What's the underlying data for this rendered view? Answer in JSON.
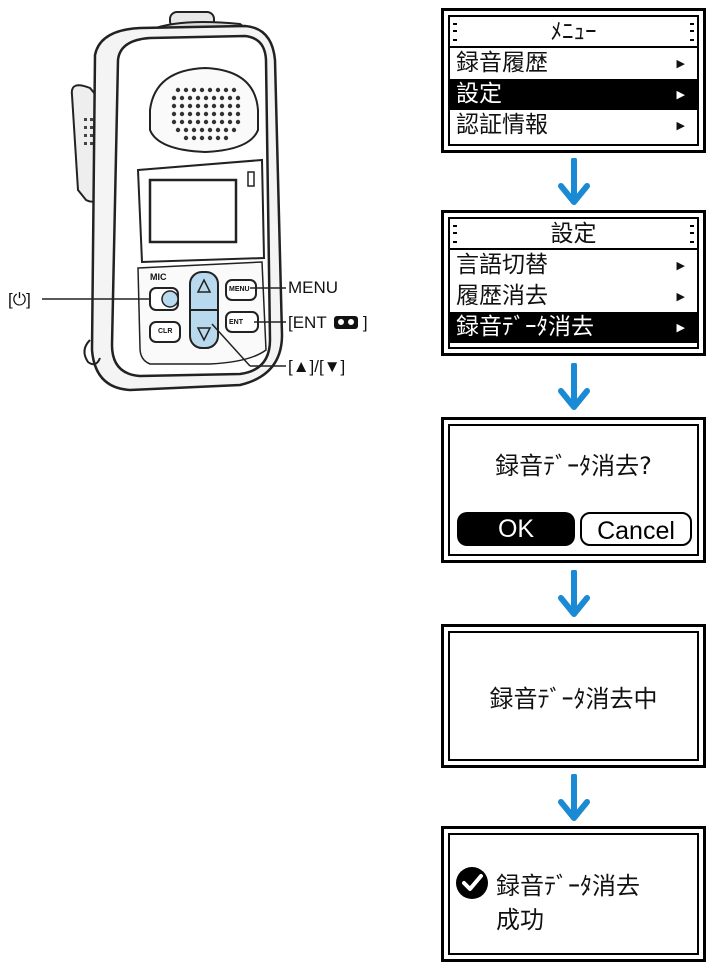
{
  "callouts": {
    "power": "[⏻]",
    "menu": "MENU",
    "enter": "[ENT",
    "enter_close": "]",
    "updown": "[▲]/[▼]"
  },
  "device": {
    "mic_label": "MIC",
    "menu_key": "MENU",
    "ent_key": "ENT",
    "clr_key": "CLR"
  },
  "screens": [
    {
      "title": "ﾒﾆｭｰ",
      "items": [
        {
          "label": "録音履歴",
          "selected": false
        },
        {
          "label": "設定",
          "selected": true
        },
        {
          "label": "認証情報",
          "selected": false
        }
      ]
    },
    {
      "title": "設定",
      "items": [
        {
          "label": "言語切替",
          "selected": false
        },
        {
          "label": "履歴消去",
          "selected": false
        },
        {
          "label": "録音ﾃﾞｰﾀ消去",
          "selected": true
        }
      ]
    }
  ],
  "dialog": {
    "question": "録音ﾃﾞｰﾀ消去?",
    "ok": "OK",
    "cancel": "Cancel"
  },
  "progress": {
    "message": "録音ﾃﾞｰﾀ消去中"
  },
  "result": {
    "line1": "録音ﾃﾞｰﾀ消去",
    "line2": "成功"
  },
  "colors": {
    "arrow": "#1a8ad4",
    "key_blue": "#b9d9ef",
    "lcd_border": "#000000"
  }
}
